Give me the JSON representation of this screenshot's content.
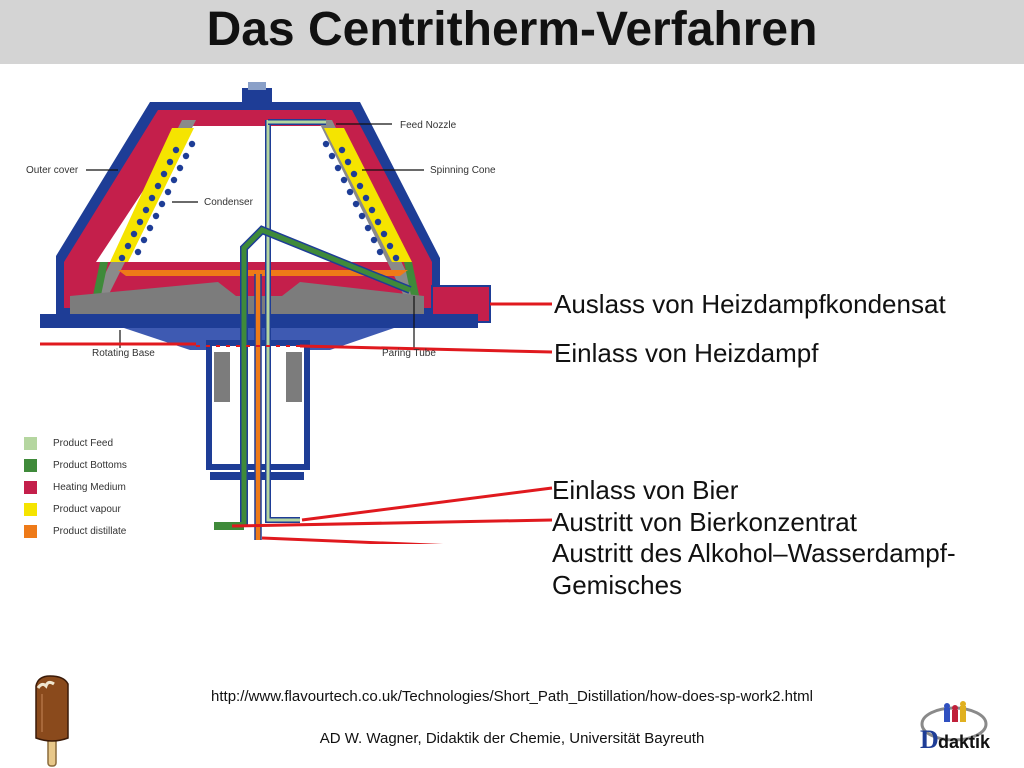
{
  "title": "Das Centritherm-Verfahren",
  "diagram": {
    "parts": {
      "feed_nozzle": "Feed Nozzle",
      "outer_cover": "Outer cover",
      "spinning_cone": "Spinning Cone",
      "condenser": "Condenser",
      "rotating_base": "Rotating Base",
      "paring_tube": "Paring Tube"
    },
    "legend": [
      {
        "label": "Product Feed",
        "color": "#b5d6a0"
      },
      {
        "label": "Product Bottoms",
        "color": "#3f8a3a"
      },
      {
        "label": "Heating Medium",
        "color": "#c41f4b"
      },
      {
        "label": "Product vapour",
        "color": "#f5e400"
      },
      {
        "label": "Product distillate",
        "color": "#ee7a18"
      }
    ],
    "colors": {
      "outer_blue": "#1e3d96",
      "heating": "#c41f4b",
      "grey": "#7c7c7c",
      "callout_line": "#e0191e"
    }
  },
  "callouts": {
    "auslass_heizdampfkondensat": "Auslass von Heizdampfkondensat",
    "einlass_heizdampf": "Einlass von Heizdampf",
    "einlass_bier": "Einlass von Bier",
    "austritt_bierkonzentrat": "Austritt von Bierkonzentrat",
    "austritt_gemisch_line1": "Austritt des Alkohol–Wasserdampf-",
    "austritt_gemisch_line2": "Gemisches"
  },
  "footer": {
    "source_url": "http://www.flavourtech.co.uk/Technologies/Short_Path_Distillation/how-does-sp-work2.html",
    "credits": "AD W. Wagner, Didaktik der Chemie, Universität Bayreuth",
    "logo_text": "daktik"
  }
}
